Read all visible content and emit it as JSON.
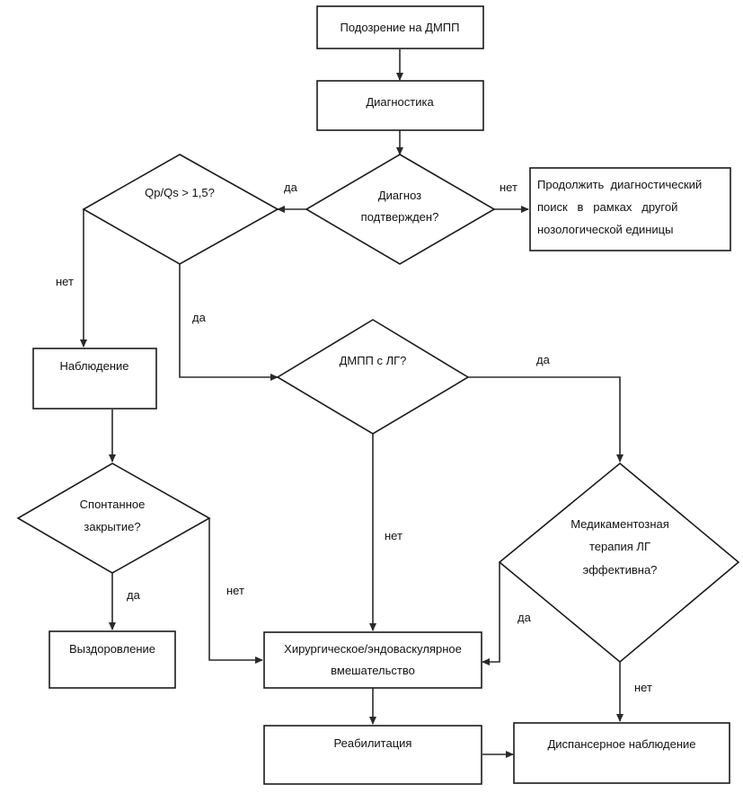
{
  "nodes": {
    "start": "Подозрение на ДМПП",
    "diagnostics": "Диагностика",
    "diag_confirmed": [
      "Диагноз",
      "подтвержден?"
    ],
    "continue_search": [
      "Продолжить  диагностический",
      "поиск   в   рамках   другой",
      "нозологической единицы"
    ],
    "qp_qs": "Qp/Qs > 1,5?",
    "observation": "Наблюдение",
    "asd_ph": "ДМПП с ЛГ?",
    "spontaneous": [
      "Спонтанное",
      "закрытие?"
    ],
    "med_therapy": [
      "Медикаментозная",
      "терапия ЛГ",
      "эффективна?"
    ],
    "recovery": "Выздоровление",
    "surgery": [
      "Хирургическое/эндоваскулярное",
      "вмешательство"
    ],
    "rehab": "Реабилитация",
    "dispensary": "Диспансерное наблюдение"
  },
  "edges": {
    "confirmed_yes": "да",
    "confirmed_no": "нет",
    "qp_no": "нет",
    "qp_yes": "да",
    "ph_yes": "да",
    "ph_no": "нет",
    "spont_yes": "да",
    "spont_no": "нет",
    "med_yes": "да",
    "med_no": "нет"
  }
}
